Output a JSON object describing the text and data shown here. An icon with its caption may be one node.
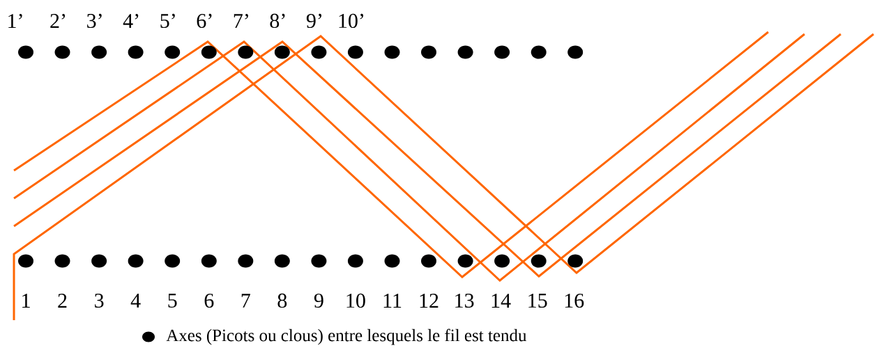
{
  "diagram": {
    "labels": [
      "1’",
      "2’",
      "3’",
      "4’",
      "5’",
      "6’",
      "7’",
      "8’",
      "9’",
      "10’",
      "1",
      "2",
      "3",
      "4",
      "5",
      "6",
      "7",
      "8",
      "9",
      "10",
      "11",
      "12",
      "13",
      "14",
      "15",
      "16"
    ],
    "legend": [
      {
        "text": "Axes (Picots ou clous) entre lesquels le fil est tendu"
      }
    ]
  }
}
